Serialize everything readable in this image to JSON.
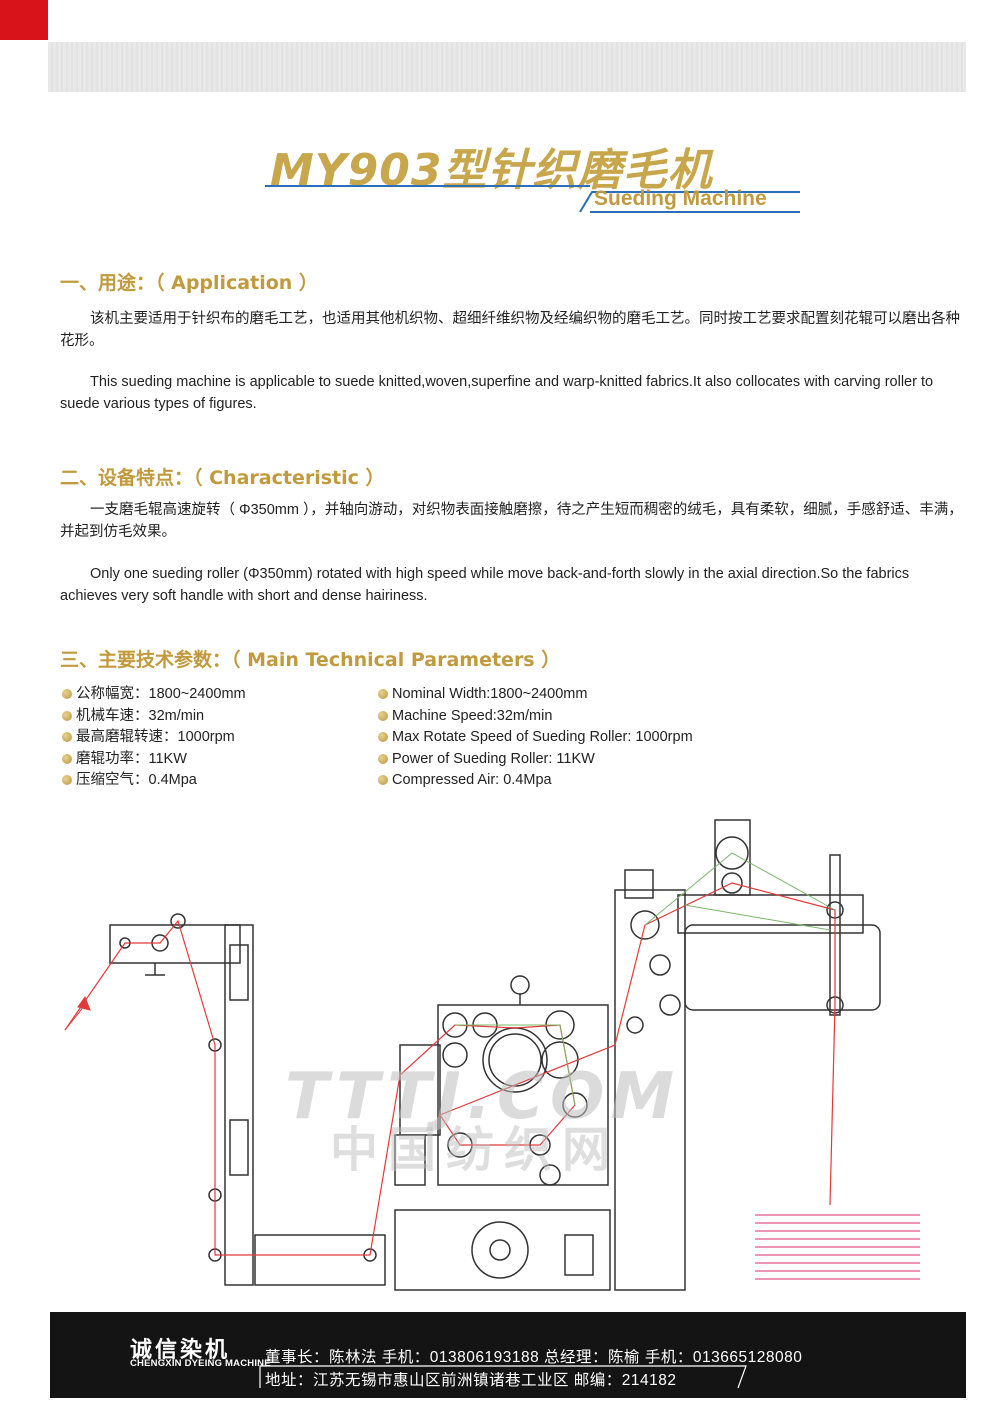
{
  "header": {
    "title": "MY903型针织磨毛机",
    "subtitle": "Sueding Machine"
  },
  "application": {
    "heading": "一、用途：（ Application ）",
    "text_cn": "该机主要适用于针织布的磨毛工艺，也适用其他机织物、超细纤维织物及经编织物的磨毛工艺。同时按工艺要求配置刻花辊可以磨出各种花形。",
    "text_en": "This sueding machine is applicable to suede knitted,woven,superfine and warp-knitted fabrics.It also collocates with carving roller to suede various types of figures."
  },
  "characteristic": {
    "heading": "二、设备特点：（ Characteristic ）",
    "text_cn": "一支磨毛辊高速旋转（ Φ350mm ），并轴向游动，对织物表面接触磨擦，待之产生短而稠密的绒毛，具有柔软，细腻，手感舒适、丰满，并起到仿毛效果。",
    "text_en": "Only one sueding roller (Φ350mm) rotated with high speed while move back-and-forth slowly in the axial direction.So the fabrics achieves very soft handle with short and dense hairiness."
  },
  "parameters": {
    "heading": "三、主要技术参数：（ Main Technical Parameters ）",
    "cn": [
      "公称幅宽：1800~2400mm",
      "机械车速：32m/min",
      "最高磨辊转速：1000rpm",
      "磨辊功率：11KW",
      "压缩空气：0.4Mpa"
    ],
    "en": [
      "Nominal Width:1800~2400mm",
      "Machine Speed:32m/min",
      "Max Rotate Speed of Sueding Roller: 1000rpm",
      "Power of Sueding Roller: 11KW",
      "Compressed Air: 0.4Mpa"
    ]
  },
  "watermark": {
    "line1": "TTTJ.COM",
    "line2": "中国纺织网"
  },
  "footer": {
    "brand_cn": "诚信染机",
    "brand_en": "CHENGXIN DYEING MACHINE",
    "line1": "董事长：陈林法    手机：013806193188    总经理：陈榆    手机：013665128080",
    "line2": "地址：江苏无锡市惠山区前洲镇诸巷工业区    邮编：214182"
  },
  "colors": {
    "accent_gold": "#c29a3e",
    "brand_red": "#d8141a",
    "title_blue_line": "#2a6fb8"
  }
}
